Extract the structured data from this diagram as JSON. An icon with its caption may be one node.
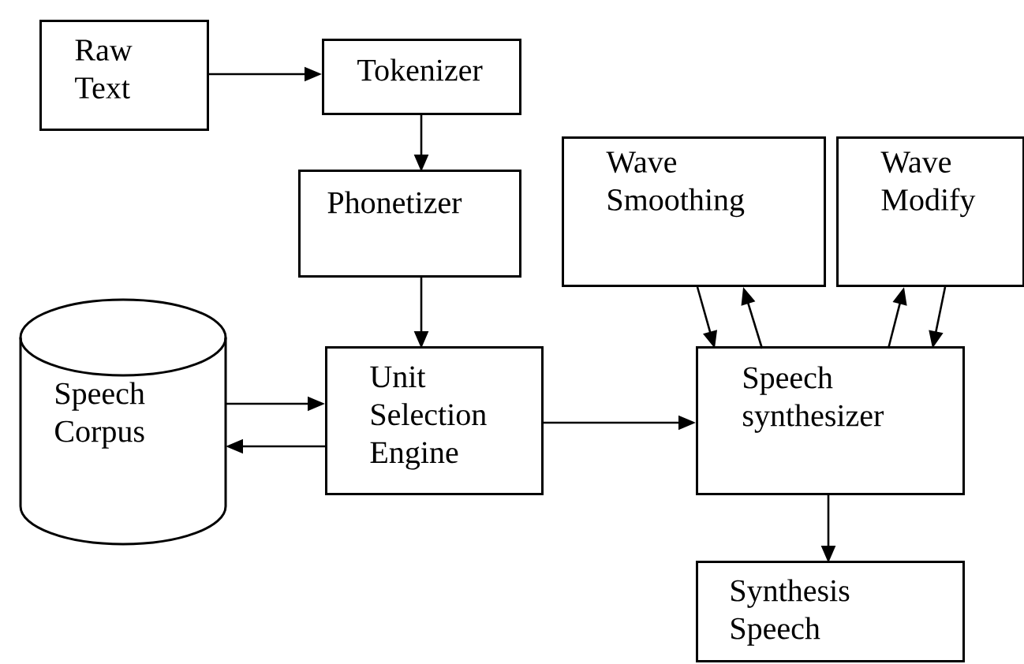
{
  "diagram": {
    "nodes": [
      {
        "text": [
          "Raw Text"
        ]
      },
      {
        "text": [
          "Tokenizer"
        ]
      },
      {
        "text": [
          "Phonetizer"
        ]
      },
      {
        "text": [
          "Wave Smoothing"
        ]
      },
      {
        "text": [
          "Wave Modify"
        ]
      },
      {
        "text": [
          "Speech Corpus"
        ]
      },
      {
        "text": [
          "Unit Selection Engine"
        ]
      },
      {
        "text": [
          "Speech synthesizer"
        ]
      },
      {
        "text": [
          "Synthesis Speech"
        ]
      }
    ],
    "edges": [
      {
        "from": 0,
        "to": 1,
        "arrow": "to"
      },
      {
        "from": 1,
        "to": 2,
        "arrow": "to"
      },
      {
        "from": 2,
        "to": 6,
        "arrow": "to"
      },
      {
        "from": 5,
        "to": 6,
        "arrow": "to"
      },
      {
        "from": 6,
        "to": 5,
        "arrow": "to"
      },
      {
        "from": 6,
        "to": 7,
        "arrow": "to"
      },
      {
        "from": 3,
        "to": 7,
        "arrow": "to"
      },
      {
        "from": 7,
        "to": 3,
        "arrow": "to"
      },
      {
        "from": 7,
        "to": 4,
        "arrow": "to"
      },
      {
        "from": 4,
        "to": 7,
        "arrow": "to"
      },
      {
        "from": 7,
        "to": 8,
        "arrow": "to"
      }
    ]
  }
}
